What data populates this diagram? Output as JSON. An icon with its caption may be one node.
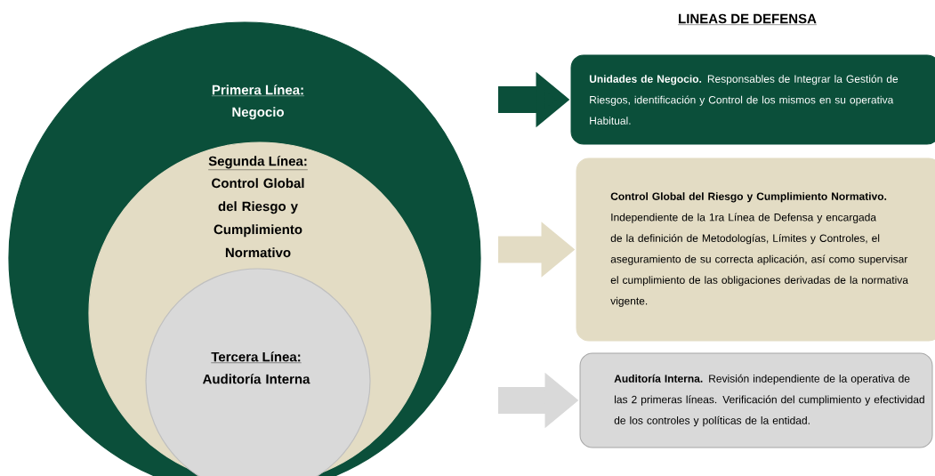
{
  "diagram": {
    "title": "LINEAS DE DEFENSA",
    "nodes": [
      {
        "text": [
          "Primera Línea:",
          "Negocio"
        ]
      },
      {
        "text": [
          "Segunda Línea:",
          "Control Global del Riesgo y Cumplimiento Normativo"
        ],
        "in": 0
      },
      {
        "text": [
          "Tercera Línea:",
          "Auditoría Interna"
        ],
        "in": 1
      },
      {
        "text": [
          "**Unidades de Negocio.** Responsables de Integrar la Gestión de Riesgos, identificación y Control de los mismos en su operativa Habitual."
        ]
      },
      {
        "text": [
          "**Control Global del Riesgo y Cumplimiento Normativo.** Independiente de la 1ra Línea de Defensa y encargada de la definición de Metodologías, Límites y Controles, el aseguramiento de su correcta aplicación, así como supervisar el cumplimiento de las obligaciones derivadas de la normativa vigente."
        ]
      },
      {
        "text": [
          "**Auditoría Interna.** Revisión independiente de la operativa de las 2 primeras líneas. Verificación del cumplimiento y efectividad de los controles y políticas de la entidad."
        ]
      }
    ],
    "edges": [
      {
        "from": null,
        "to": 3,
        "arrow": "to",
        "color": "#0b4f3a"
      },
      {
        "from": null,
        "to": 4,
        "arrow": "to",
        "color": "#e3dcc4"
      },
      {
        "from": null,
        "to": 5,
        "arrow": "to",
        "color": "#d9d9d9"
      }
    ]
  }
}
